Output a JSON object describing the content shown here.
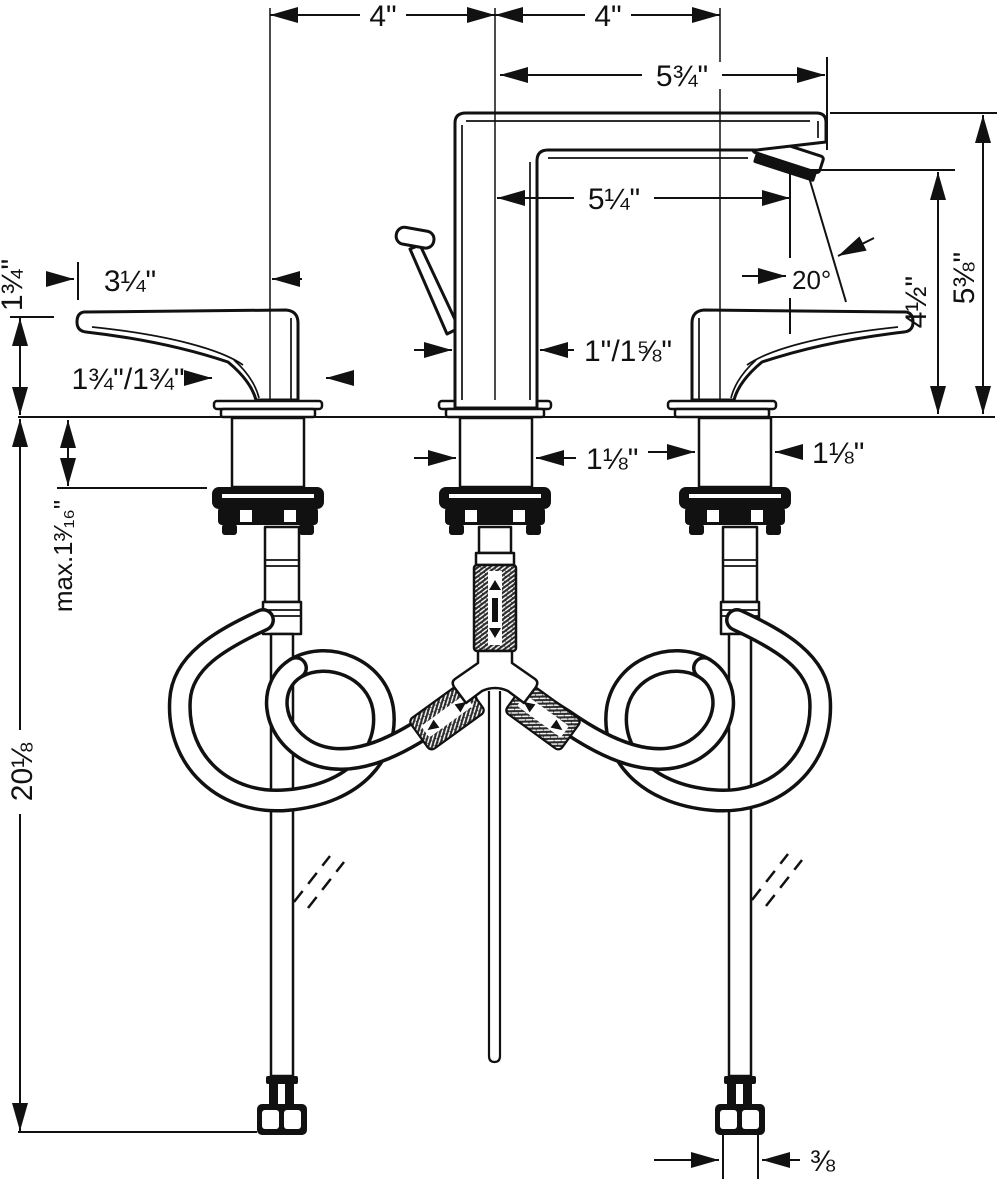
{
  "drawing": {
    "background": "#ffffff",
    "line_color": "#111111",
    "labels": {
      "span_left": "4\"",
      "span_right": "4\"",
      "spout_length": "5¾\"",
      "spout_reach": "5¼\"",
      "spout_angle": "20°",
      "aerator_height": "4½\"",
      "spout_height": "5⅜\"",
      "handle_height": "1¾\"",
      "handle_length": "3¼\"",
      "handle_base": "1¾\"/1¾\"",
      "spout_base": "1\"/1⅝\"",
      "shank_center": "1⅛\"",
      "shank_right": "1⅛\"",
      "counter_max": "max.1³⁄₁₆\"",
      "supply_length": "20⅛",
      "connector_size": "⅜"
    }
  }
}
